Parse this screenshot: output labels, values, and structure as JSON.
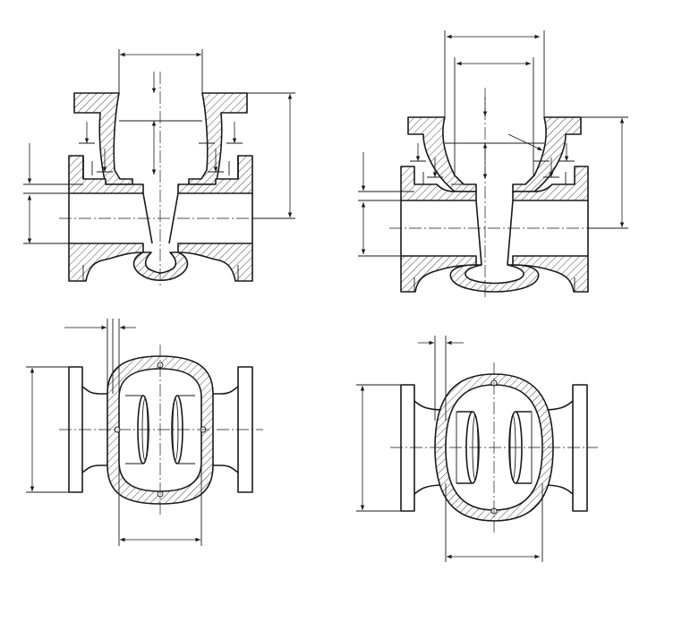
{
  "figure": {
    "views": [
      {
        "id": "sectional-view-a",
        "kind": "longitudinal-section"
      },
      {
        "id": "sectional-view-b",
        "kind": "longitudinal-section"
      },
      {
        "id": "plan-view-a",
        "kind": "horizontal-section"
      },
      {
        "id": "plan-view-b",
        "kind": "horizontal-section"
      }
    ],
    "colors": {
      "line": "#1a1a1a",
      "background": "#ffffff"
    }
  }
}
